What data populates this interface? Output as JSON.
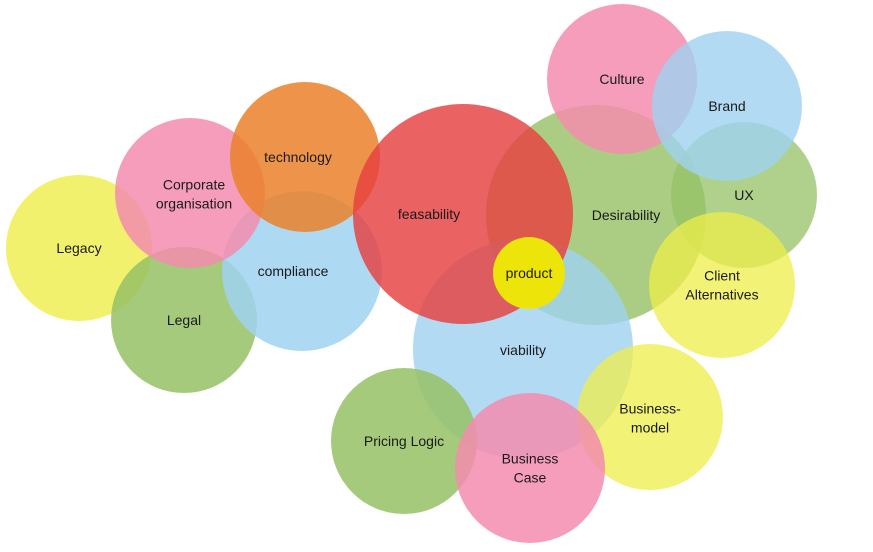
{
  "colors": {
    "green": "#96c164",
    "blue": "#9fd2f0",
    "pink": "#f38cae",
    "yellow": "#eeee48",
    "orange": "#ea812a",
    "red": "#e73f3f",
    "product_yellow": "#ede50a",
    "text": "#1a1a1a"
  },
  "bubbles": [
    {
      "id": "desirability",
      "lines": [
        "Desirability"
      ],
      "color": "green"
    },
    {
      "id": "ux",
      "lines": [
        "UX"
      ],
      "color": "green"
    },
    {
      "id": "culture",
      "lines": [
        "Culture"
      ],
      "color": "pink"
    },
    {
      "id": "brand",
      "lines": [
        "Brand"
      ],
      "color": "blue"
    },
    {
      "id": "client-alternatives",
      "lines": [
        "Client",
        "Alternatives"
      ],
      "color": "yellow"
    },
    {
      "id": "legacy",
      "lines": [
        "Legacy"
      ],
      "color": "yellow"
    },
    {
      "id": "legal",
      "lines": [
        "Legal"
      ],
      "color": "green"
    },
    {
      "id": "compliance",
      "lines": [
        "compliance"
      ],
      "color": "blue"
    },
    {
      "id": "corporate-organisation",
      "lines": [
        "Corporate",
        "organisation"
      ],
      "color": "pink"
    },
    {
      "id": "technology",
      "lines": [
        "technology"
      ],
      "color": "orange"
    },
    {
      "id": "viability",
      "lines": [
        "viability"
      ],
      "color": "blue"
    },
    {
      "id": "business-model",
      "lines": [
        "Business-",
        "model"
      ],
      "color": "yellow"
    },
    {
      "id": "pricing-logic",
      "lines": [
        "Pricing Logic"
      ],
      "color": "green"
    },
    {
      "id": "business-case",
      "lines": [
        "Business",
        "Case"
      ],
      "color": "pink"
    },
    {
      "id": "feasability",
      "lines": [
        "feasability"
      ],
      "color": "red"
    },
    {
      "id": "product",
      "lines": [
        "product"
      ],
      "color": "product_yellow"
    }
  ]
}
